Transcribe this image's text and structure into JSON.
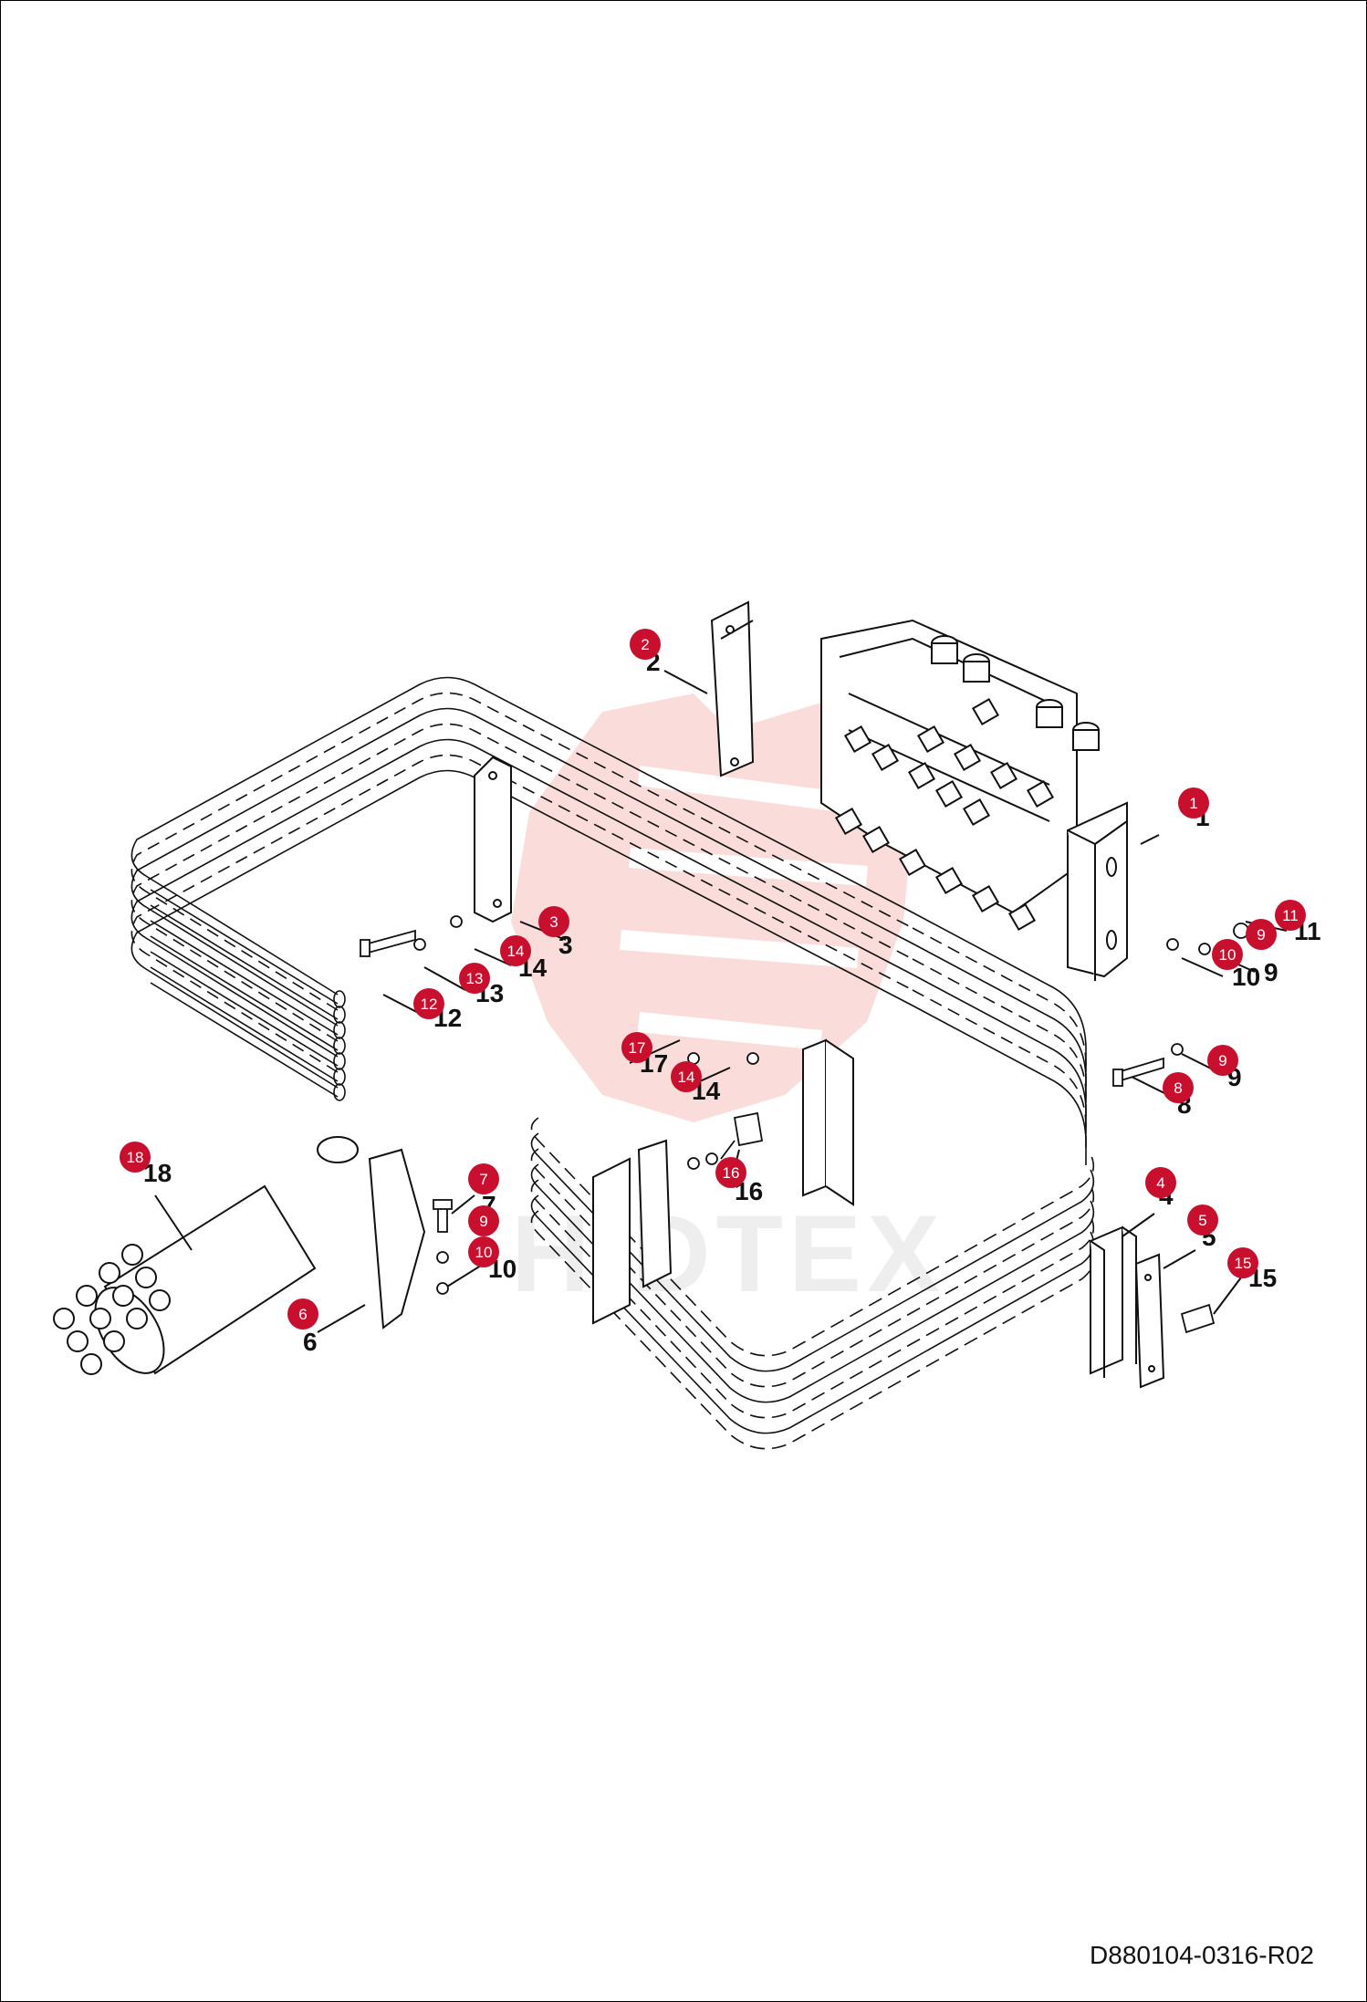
{
  "doc_code": "D880104-0316-R02",
  "watermark": "HIDTEX",
  "colors": {
    "callout": "#c8102e",
    "line": "#111111",
    "watermark": "#e8463c"
  },
  "callouts": [
    {
      "id": "c1",
      "label": "1"
    },
    {
      "id": "c2",
      "label": "2"
    },
    {
      "id": "c3",
      "label": "3"
    },
    {
      "id": "c4",
      "label": "4"
    },
    {
      "id": "c5",
      "label": "5"
    },
    {
      "id": "c6",
      "label": "6"
    },
    {
      "id": "c7",
      "label": "7"
    },
    {
      "id": "c8",
      "label": "8"
    },
    {
      "id": "c9a",
      "label": "9"
    },
    {
      "id": "c9b",
      "label": "9"
    },
    {
      "id": "c9c",
      "label": "9"
    },
    {
      "id": "c10a",
      "label": "10"
    },
    {
      "id": "c10b",
      "label": "10"
    },
    {
      "id": "c11",
      "label": "11"
    },
    {
      "id": "c12",
      "label": "12"
    },
    {
      "id": "c13",
      "label": "13"
    },
    {
      "id": "c14a",
      "label": "14"
    },
    {
      "id": "c14b",
      "label": "14"
    },
    {
      "id": "c15",
      "label": "15"
    },
    {
      "id": "c16",
      "label": "16"
    },
    {
      "id": "c17",
      "label": "17"
    },
    {
      "id": "c18",
      "label": "18"
    }
  ],
  "part_numbers": [
    {
      "id": "n1",
      "label": "1"
    },
    {
      "id": "n2",
      "label": "2"
    },
    {
      "id": "n3",
      "label": "3"
    },
    {
      "id": "n4",
      "label": "4"
    },
    {
      "id": "n5",
      "label": "5"
    },
    {
      "id": "n6",
      "label": "6"
    },
    {
      "id": "n7",
      "label": "7"
    },
    {
      "id": "n8",
      "label": "8"
    },
    {
      "id": "n9a",
      "label": "9"
    },
    {
      "id": "n9b",
      "label": "9"
    },
    {
      "id": "n10a",
      "label": "10"
    },
    {
      "id": "n10b",
      "label": "10"
    },
    {
      "id": "n11",
      "label": "11"
    },
    {
      "id": "n12",
      "label": "12"
    },
    {
      "id": "n13",
      "label": "13"
    },
    {
      "id": "n14a",
      "label": "14"
    },
    {
      "id": "n14b",
      "label": "14"
    },
    {
      "id": "n15",
      "label": "15"
    },
    {
      "id": "n16",
      "label": "16"
    },
    {
      "id": "n17",
      "label": "17"
    },
    {
      "id": "n18",
      "label": "18"
    }
  ]
}
